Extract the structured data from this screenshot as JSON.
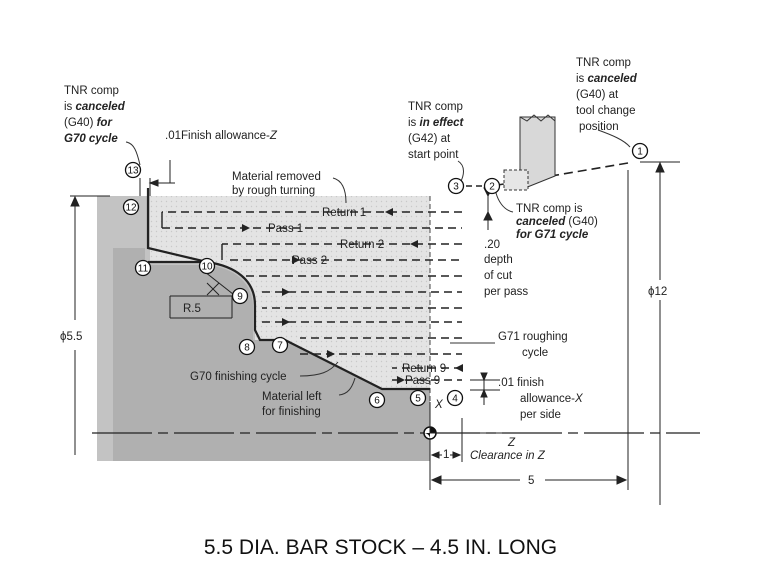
{
  "caption": "5.5 DIA.  BAR STOCK – 4.5 IN.  LONG",
  "labels": {
    "tnr_g70_l1": "TNR comp",
    "tnr_g70_l2_a": "is ",
    "tnr_g70_l2_b": "canceled",
    "tnr_g70_l3_a": "(G40) ",
    "tnr_g70_l3_b": "for",
    "tnr_g70_l4": "G70 cycle",
    "finish_allow_z_a": ".01Finish allowance-",
    "finish_allow_z_b": "Z",
    "material_removed_l1": "Material removed",
    "material_removed_l2": "by rough turning",
    "tnr_effect_l1": "TNR comp",
    "tnr_effect_l2_a": "is ",
    "tnr_effect_l2_b": "in effect",
    "tnr_effect_l3": "(G42) at",
    "tnr_effect_l4": "start point",
    "tnr_change_l1": "TNR comp",
    "tnr_change_l2_a": "is ",
    "tnr_change_l2_b": "canceled",
    "tnr_change_l3": "(G40) at",
    "tnr_change_l4": "tool change",
    "tnr_change_l5": "position",
    "tnr_g71_l1": "TNR comp is",
    "tnr_g71_l2_a": "canceled",
    "tnr_g71_l2_b": " (G40)",
    "tnr_g71_l3": "for G71 cycle",
    "depth_l1": ".20",
    "depth_l2": "depth",
    "depth_l3": "of cut",
    "depth_l4": "per pass",
    "return1": "Return 1",
    "pass1": "Pass 1",
    "return2": "Return 2",
    "pass2": "Pass 2",
    "return9": "Return 9",
    "pass9": "Pass 9",
    "radius": "R.5",
    "dia_5_5": "ϕ5.5",
    "dia_12": "ϕ12",
    "g71_l1": "G71 roughing",
    "g71_l2": "cycle",
    "g70": "G70 finishing cycle",
    "material_left_l1": "Material left",
    "material_left_l2": "for finishing",
    "finish_x_l1": ".01  finish",
    "finish_x_l2_a": "allowance-",
    "finish_x_l2_b": "X",
    "finish_x_l3": "per side",
    "axis_x": "X",
    "axis_z": "Z",
    "clearance_num": "1",
    "clearance": "Clearance in Z",
    "dim_5": "5"
  },
  "points": [
    "1",
    "2",
    "3",
    "4",
    "5",
    "6",
    "7",
    "8",
    "9",
    "10",
    "11",
    "12",
    "13"
  ]
}
